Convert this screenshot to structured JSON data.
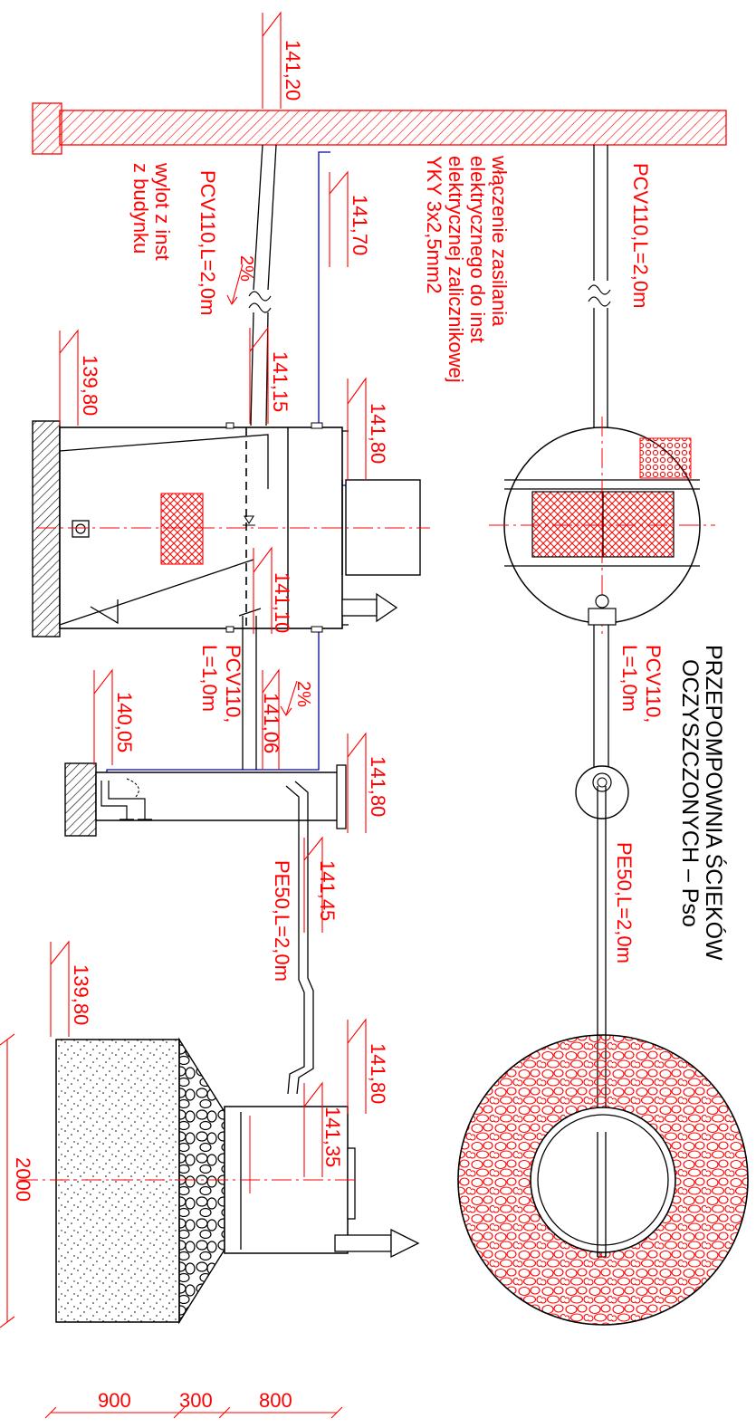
{
  "title": {
    "line1": "PRZEPOMPOWNIA ŚCIEKÓW",
    "line2": "OCZYSZCZONYCH  –  Pso"
  },
  "elevations": {
    "e_141_20": "141,20",
    "e_141_70": "141,70",
    "e_139_80_a": "139,80",
    "e_141_15": "141,15",
    "e_141_80_a": "141,80",
    "e_141_10": "141,10",
    "e_141_06": "141,06",
    "e_140_05": "140,05",
    "e_141_80_b": "141,80",
    "e_141_45": "141,45",
    "e_139_80_b": "139,80",
    "e_141_80_c": "141,80",
    "e_141_35": "141,35"
  },
  "labels": {
    "pipe_top_plan": "PCV110,L=2,0m",
    "elec_line1": "włączenie zasilania",
    "elec_line2": "elektrycznego do inst",
    "elec_line3": "elektrycznej zalicznikowej",
    "elec_line4": "YKY 3x2,5mm2",
    "pipe_inlet": "PCV110,L=2,0m",
    "outlet_line1": "wylot z inst",
    "outlet_line2": "z budynku",
    "slope_1": "2%",
    "slope_2": "2%",
    "pipe_mid_1": "PCV110,",
    "pipe_mid_2": "L=1,0m",
    "plan_pipe_1": "PCV110,",
    "plan_pipe_2": "L=1,0m",
    "plan_pe": "PE50,L=2,0m",
    "section_pe": "PE50,L=2,0m"
  },
  "dimensions": {
    "total": "2000",
    "d1": "900",
    "d2": "300",
    "d3": "800"
  },
  "colors": {
    "annotation": "#ff0000",
    "outline": "#000000",
    "electric": "#0000cc"
  }
}
